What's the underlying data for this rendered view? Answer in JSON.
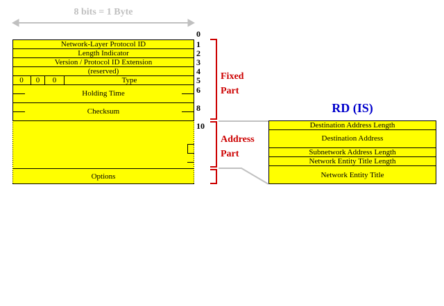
{
  "ruler": {
    "label": "8 bits = 1 Byte"
  },
  "header": {
    "fields": {
      "protocol_id": "Network-Layer Protocol ID",
      "length_indicator": "Length Indicator",
      "version": "Version / Protocol ID Extension",
      "reserved": "(reserved)",
      "type": "Type",
      "bits": [
        "0",
        "0",
        "0"
      ],
      "holding_time": "Holding Time",
      "checksum": "Checksum",
      "options": "Options"
    },
    "octets": [
      "0",
      "1",
      "2",
      "3",
      "4",
      "5",
      "6",
      "8",
      "10"
    ]
  },
  "parts": {
    "fixed": [
      "Fixed",
      "Part"
    ],
    "address": [
      "Address",
      "Part"
    ]
  },
  "rd": {
    "title": "RD (IS)",
    "fields": {
      "dest_addr_len": "Destination Address Length",
      "dest_addr": "Destination Address",
      "subnet_addr_len": "Subnetwork Address Length",
      "net_title_len": "Network Entity Title Length",
      "net_title": "Network Entity Title"
    }
  },
  "colors": {
    "field": "#ffff00",
    "part_label": "#cc0000",
    "title": "#0000cc",
    "ruler": "#c0c0c0",
    "connector": "#c0c0c0"
  }
}
